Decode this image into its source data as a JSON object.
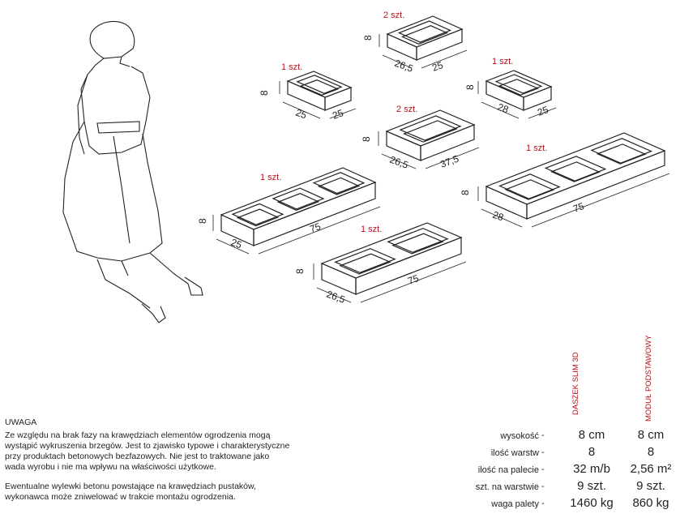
{
  "products": [
    {
      "qty": "2 szt.",
      "height": "8",
      "width": "26,5",
      "depth": "25"
    },
    {
      "qty": "1 szt.",
      "height": "8",
      "width": "25",
      "depth": "25"
    },
    {
      "qty": "1 szt.",
      "height": "8",
      "width": "28",
      "depth": "25"
    },
    {
      "qty": "2 szt.",
      "height": "8",
      "width": "26,5",
      "depth": "37,5"
    },
    {
      "qty": "1 szt.",
      "height": "8",
      "width": "28",
      "depth": "75"
    },
    {
      "qty": "1 szt.",
      "height": "8",
      "width": "25",
      "depth": "75"
    },
    {
      "qty": "1 szt.",
      "height": "8",
      "width": "26,5",
      "depth": "75"
    }
  ],
  "notes": {
    "title": "UWAGA",
    "p1": [
      "Ze względu na brak fazy na krawędziach elementów ogrodzenia mogą",
      "wystąpić wykruszenia brzegów. Jest to zjawisko typowe i charakterystyczne",
      "przy produktach betonowych bezfazowych. Nie jest to traktowane jako",
      "wada wyrobu i nie ma wpływu na właściwości użytkowe."
    ],
    "p2": [
      "Ewentualne wylewki betonu powstające na krawędziach pustaków,",
      "wykonawca może zniwelować w trakcie montażu ogrodzenia."
    ]
  },
  "specs": {
    "columns": [
      "DASZEK SLIM 3D",
      "MODUŁ PODSTAWOWY"
    ],
    "rows": [
      {
        "label": "wysokość",
        "dash": "-",
        "v1": "8 cm",
        "v2": "8 cm"
      },
      {
        "label": "ilość warstw",
        "dash": "-",
        "v1": "8",
        "v2": "8"
      },
      {
        "label": "ilość na palecie",
        "dash": "-",
        "v1": "32 m/b",
        "v2": "2,56 m²"
      },
      {
        "label": "szt. na warstwie",
        "dash": "-",
        "v1": "9 szt.",
        "v2": "9 szt."
      },
      {
        "label": "waga palety",
        "dash": "-",
        "v1": "1460 kg",
        "v2": "860 kg"
      }
    ]
  }
}
